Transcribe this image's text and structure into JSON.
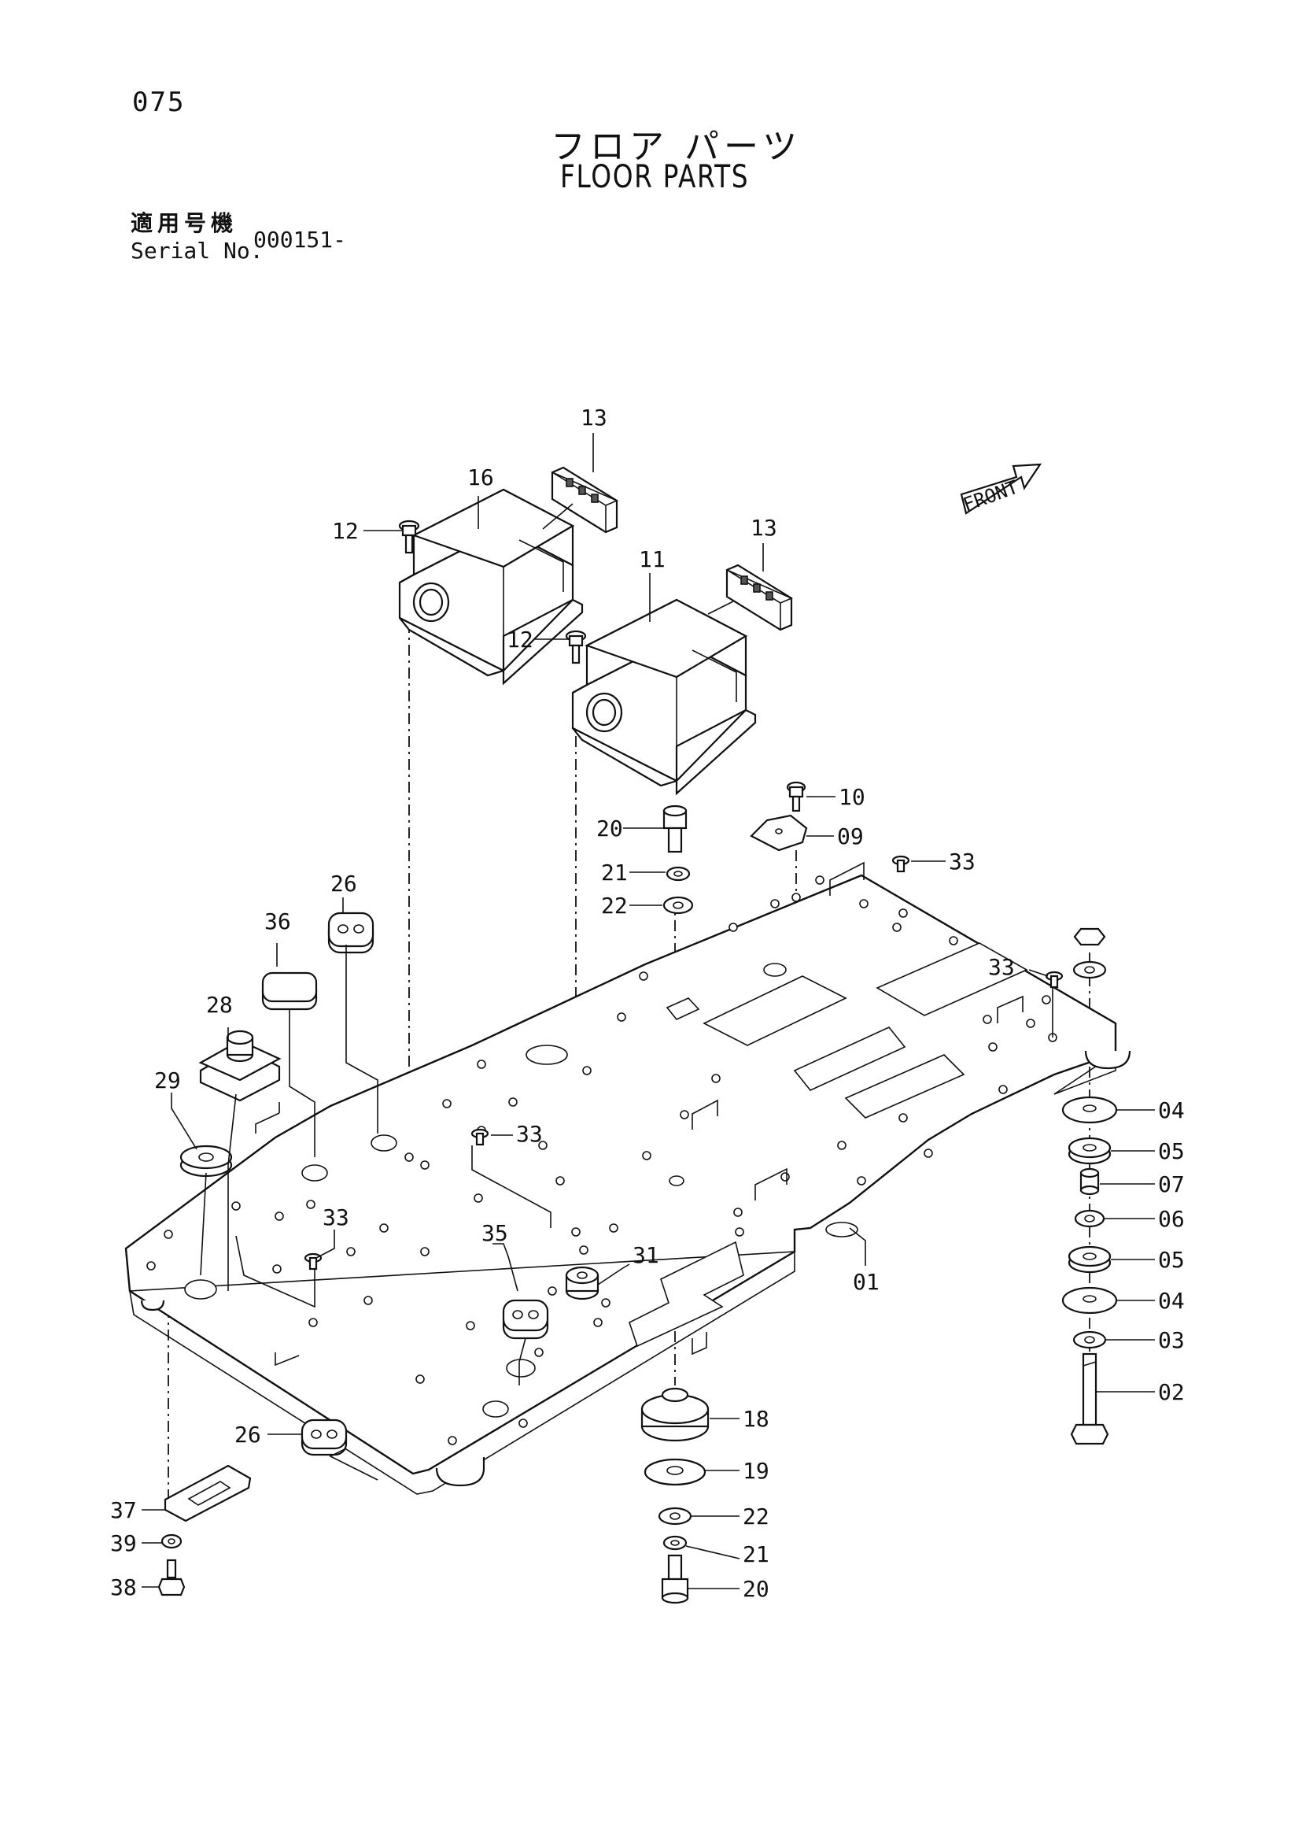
{
  "page_number": "075",
  "title_jp": "フロア パーツ",
  "title_en": "FLOOR PARTS",
  "serial_label_jp": "適用号機",
  "serial_label_en": "Serial No.",
  "serial_value": "000151-",
  "front_label": "FRONT",
  "callouts": {
    "c01": "01",
    "c02": "02",
    "c03": "03",
    "c04a": "04",
    "c04b": "04",
    "c05a": "05",
    "c05b": "05",
    "c06": "06",
    "c07": "07",
    "c09": "09",
    "c10": "10",
    "c11": "11",
    "c12a": "12",
    "c12b": "12",
    "c13a": "13",
    "c13b": "13",
    "c16": "16",
    "c18": "18",
    "c19": "19",
    "c20a": "20",
    "c20b": "20",
    "c21a": "21",
    "c21b": "21",
    "c22a": "22",
    "c22b": "22",
    "c26a": "26",
    "c26b": "26",
    "c28": "28",
    "c29": "29",
    "c31": "31",
    "c33a": "33",
    "c33b": "33",
    "c33c": "33",
    "c33d": "33",
    "c35": "35",
    "c36": "36",
    "c37": "37",
    "c38": "38",
    "c39": "39"
  }
}
